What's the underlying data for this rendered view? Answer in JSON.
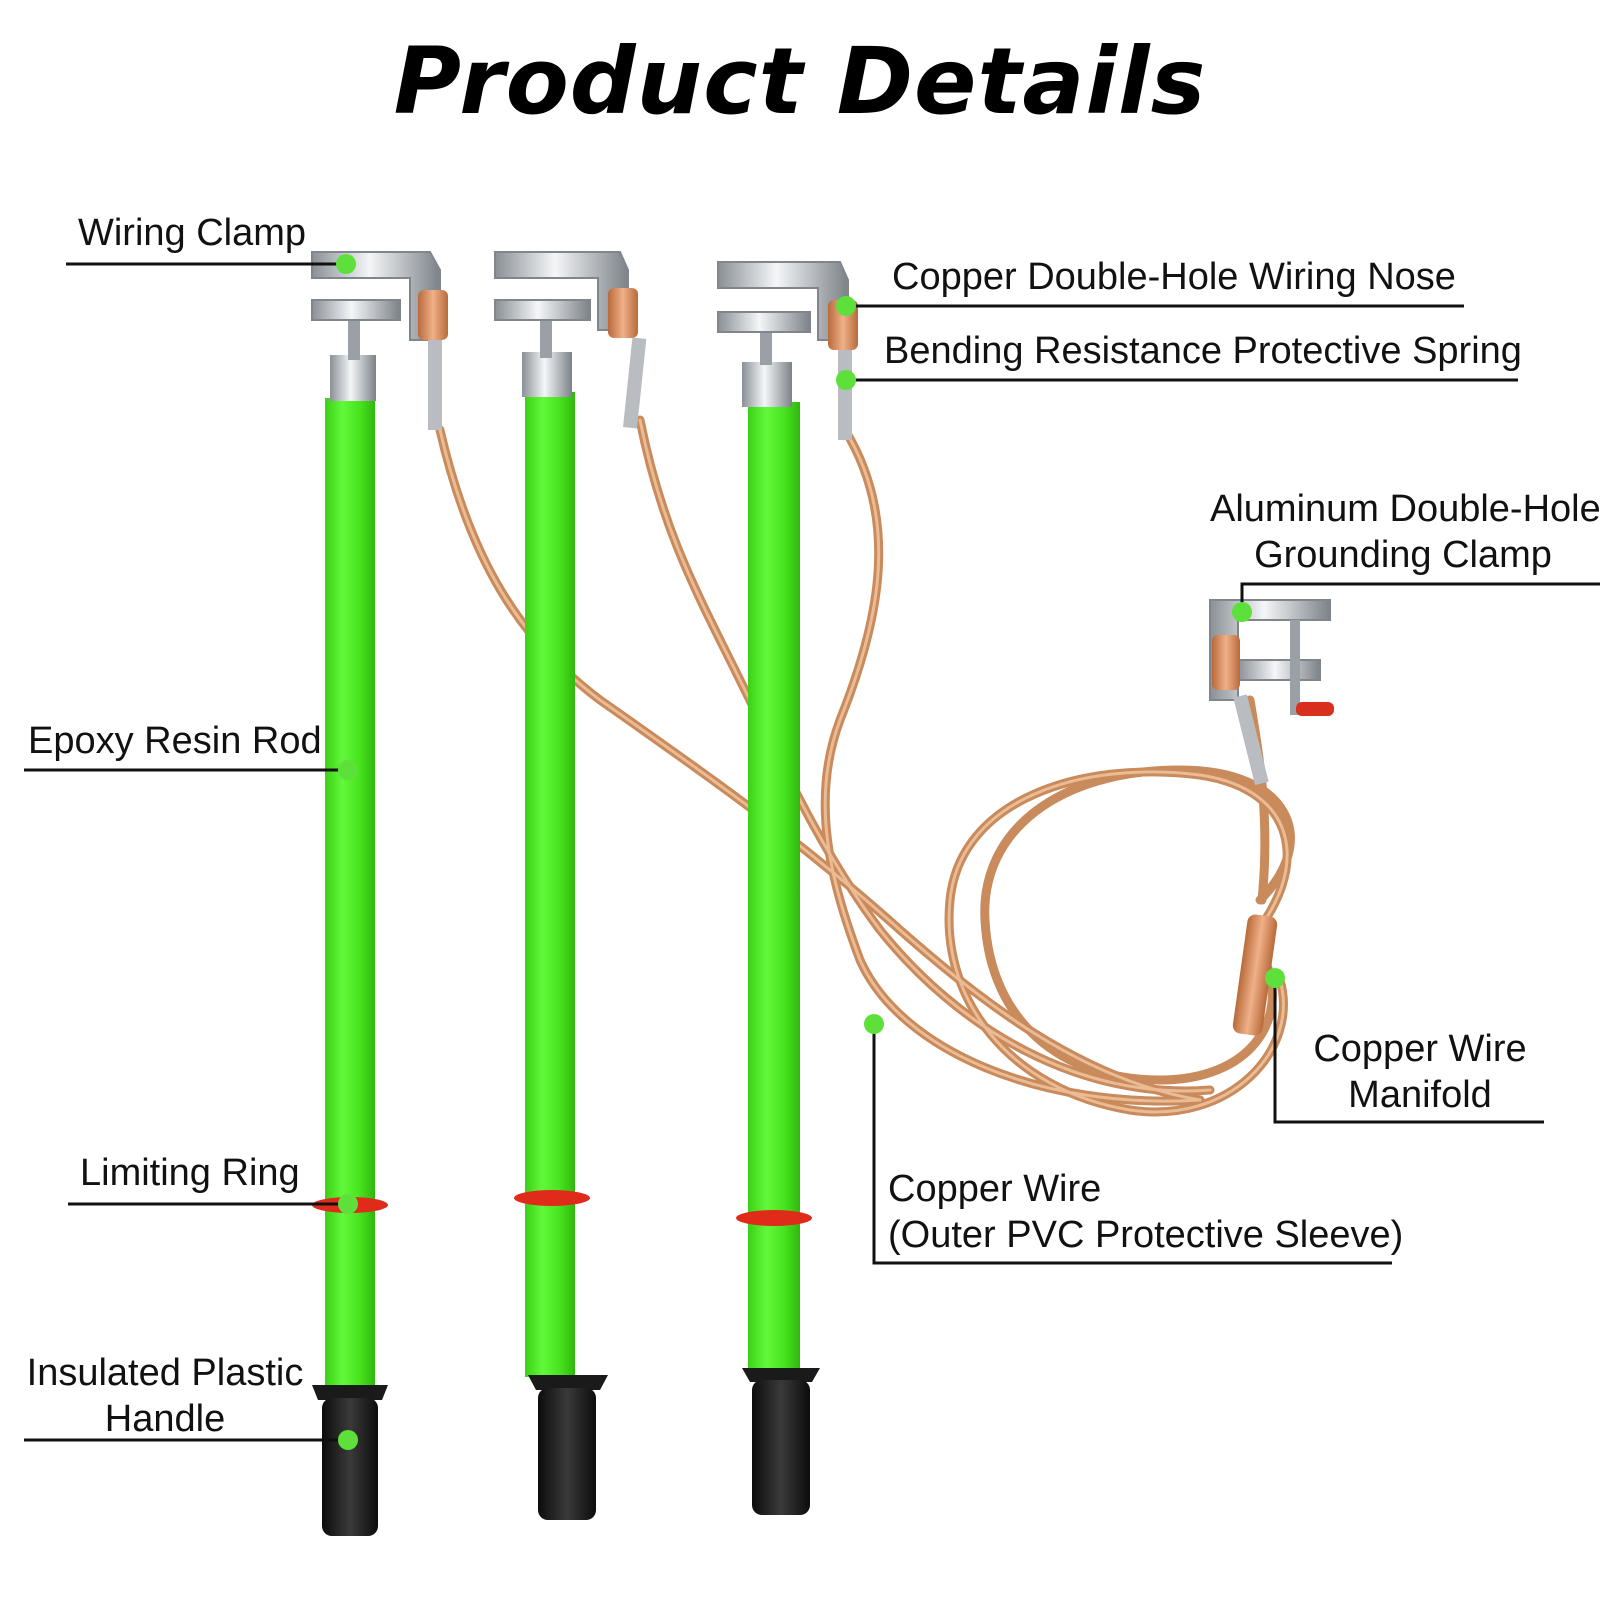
{
  "title": "Product Details",
  "labels": {
    "wiring_clamp": "Wiring Clamp",
    "copper_nose": "Copper Double-Hole Wiring Nose",
    "spring": "Bending Resistance Protective Spring",
    "aluminum_clamp_line1": "Aluminum Double-Hole",
    "aluminum_clamp_line2": "Grounding Clamp",
    "epoxy_rod": "Epoxy Resin Rod",
    "manifold_line1": "Copper Wire",
    "manifold_line2": "Manifold",
    "limiting_ring": "Limiting Ring",
    "copper_wire_line1": "Copper Wire",
    "copper_wire_line2": "(Outer PVC Protective Sleeve)",
    "handle_line1": "Insulated Plastic",
    "handle_line2": "Handle"
  },
  "colors": {
    "rod_green": "#4ff01e",
    "marker_green": "#5ee03a",
    "copper": "#e0a878",
    "ring_red": "#e02a1a",
    "handle_black": "#1a1a1a",
    "metal": "#c8ccd0"
  }
}
